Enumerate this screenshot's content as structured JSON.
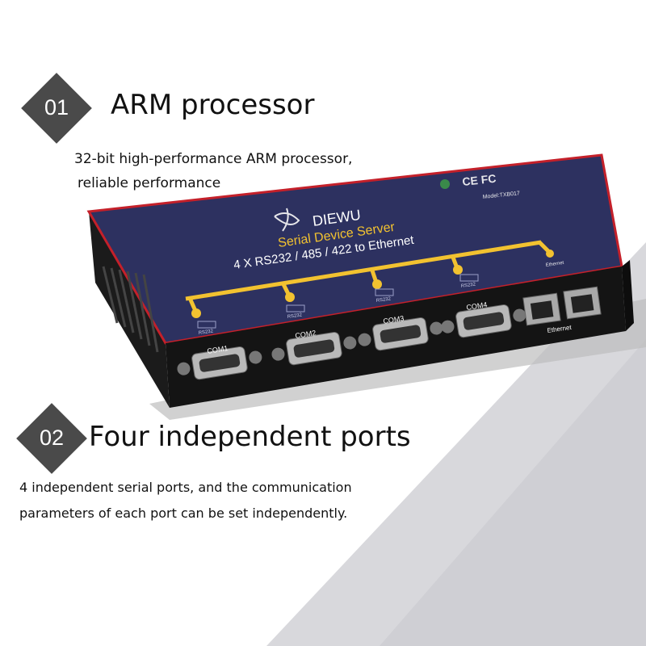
{
  "feature_1": {
    "number": "01",
    "title": "ARM processor",
    "line1": "32-bit high-performance ARM processor,",
    "line2": "reliable performance"
  },
  "feature_2": {
    "number": "02",
    "title": "Four independent ports",
    "line1": "4 independent serial ports, and the communication",
    "line2": "parameters of each port can be set independently."
  },
  "device": {
    "brand": "DIEWU",
    "product": "Serial Device Server",
    "subtitle": "4 X RS232 / 485 / 422 to Ethernet",
    "model": "Model:TXB017",
    "certs": "CE FC",
    "eth_small": "Ethernet",
    "port_labels": [
      "COM1",
      "COM2",
      "COM3",
      "COM4"
    ],
    "ethernet_label": "Ethernet",
    "rs_labels": [
      "RS232",
      "RS232",
      "RS232",
      "RS232"
    ]
  },
  "colors": {
    "badge": "#4a4a4a",
    "panel": "#2b2f5e",
    "panel_edge": "#c4202a",
    "trace": "#f2c230",
    "body": "#141414"
  }
}
